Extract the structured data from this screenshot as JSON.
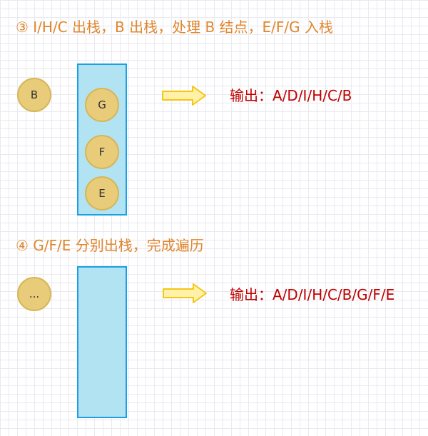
{
  "colors": {
    "heading": "#e0862e",
    "output": "#c00000",
    "node_fill": "#e8cc7a",
    "node_border": "#d6b656",
    "stack_fill": "#b1e3f3",
    "stack_border": "#1ba1e2",
    "arrow_fill": "#fff2a8",
    "arrow_border": "#f5c518"
  },
  "step3": {
    "heading": "③  I/H/C 出栈，B 出栈，处理 B 结点，E/F/G 入栈",
    "current_node": "B",
    "stack_items": [
      "G",
      "F",
      "E"
    ],
    "output": "输出：A/D/I/H/C/B"
  },
  "step4": {
    "heading": "④ G/F/E 分别出栈，完成遍历",
    "current_node": "...",
    "stack_items": [],
    "output": "输出：A/D/I/H/C/B/G/F/E"
  }
}
